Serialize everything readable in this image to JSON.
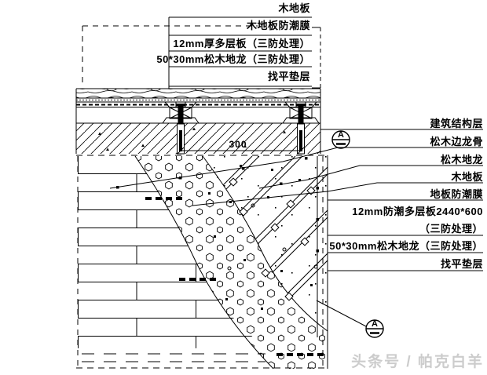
{
  "top_callouts": [
    "木地板",
    "木地板防潮膜",
    "12mm厚多层板（三防处理）",
    "50*30mm松木地龙（三防处理）",
    "找平垫层"
  ],
  "right_callouts": [
    "建筑结构层",
    "松木边龙骨",
    "松木地龙",
    "木地板",
    "地板防潮膜",
    "12mm防潮多层板2440*600",
    "（三防处理）",
    "50*30mm松木地龙（三防处理）",
    "找平垫层"
  ],
  "dimension": "300",
  "detail_marker_letter": "A",
  "watermark": "头条号 / 帕克白羊",
  "colors": {
    "line": "#000000",
    "watermark": "#cccccc",
    "background": "#ffffff"
  }
}
